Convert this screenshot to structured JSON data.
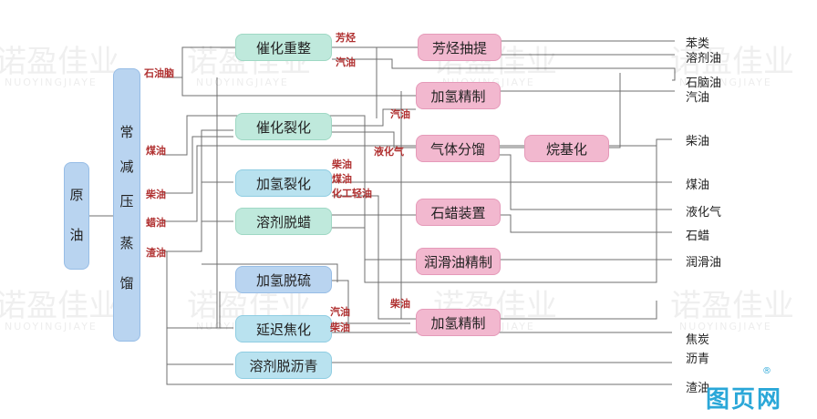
{
  "watermark": {
    "text": "诺盈佳业",
    "subtext": "NUOYINGJIAYE"
  },
  "logo": {
    "text": "图页网",
    "mark": "®"
  },
  "crude": [
    "原",
    "油"
  ],
  "column": [
    "常",
    "减",
    "压",
    "蒸",
    "馏"
  ],
  "units": {
    "reforming": "催化重整",
    "fcc": "催化裂化",
    "hydrocracking": "加氢裂化",
    "dewaxing": "溶剂脱蜡",
    "hds": "加氢脱硫",
    "coking": "延迟焦化",
    "deasphalting": "溶剂脱沥青",
    "aromatics": "芳烃抽提",
    "hydrofining1": "加氢精制",
    "gas_sep": "气体分馏",
    "alkylation": "烷基化",
    "wax": "石蜡装置",
    "lube": "润滑油精制",
    "hydrofining2": "加氢精制"
  },
  "stream_labels": {
    "naphtha": "石油脑",
    "kerosene": "煤油",
    "diesel": "柴油",
    "wax_oil": "蜡油",
    "residue": "渣油",
    "aromatics": "芳烃",
    "gasoline1": "汽油",
    "gasoline2": "汽油",
    "lpg": "液化气",
    "diesel2": "柴油",
    "kerosene2": "煤油",
    "chem_gasoline": "化工轻油",
    "gasoline3": "汽油",
    "diesel3": "柴油",
    "diesel4": "柴油"
  },
  "outputs": [
    "苯类",
    "溶剂油",
    "石脑油",
    "汽油",
    "柴油",
    "煤油",
    "液化气",
    "石蜡",
    "润滑油",
    "焦炭",
    "沥青",
    "渣油"
  ]
}
